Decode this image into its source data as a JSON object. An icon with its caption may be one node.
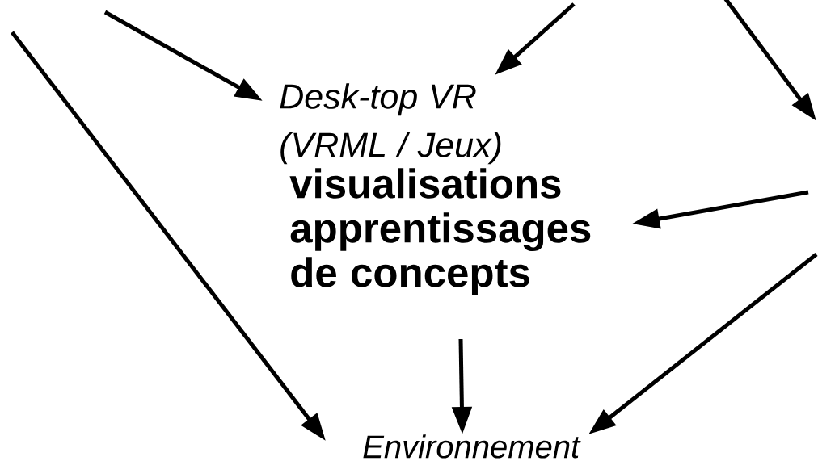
{
  "diagram": {
    "nodes": [
      {
        "text": [
          "Desk-top VR (VRML / Jeux)",
          "visualisations apprentissages de concepts"
        ]
      },
      {
        "text": [
          "Environnement"
        ]
      }
    ],
    "edges": [
      {
        "from": null,
        "to": 0,
        "arrow": "to"
      },
      {
        "from": null,
        "to": 0,
        "arrow": "to"
      },
      {
        "from": null,
        "to": 0,
        "arrow": "to"
      },
      {
        "from": 0,
        "to": 1,
        "arrow": "to"
      },
      {
        "from": null,
        "to": 1,
        "arrow": "to"
      },
      {
        "from": null,
        "to": 1,
        "arrow": "to"
      }
    ]
  }
}
